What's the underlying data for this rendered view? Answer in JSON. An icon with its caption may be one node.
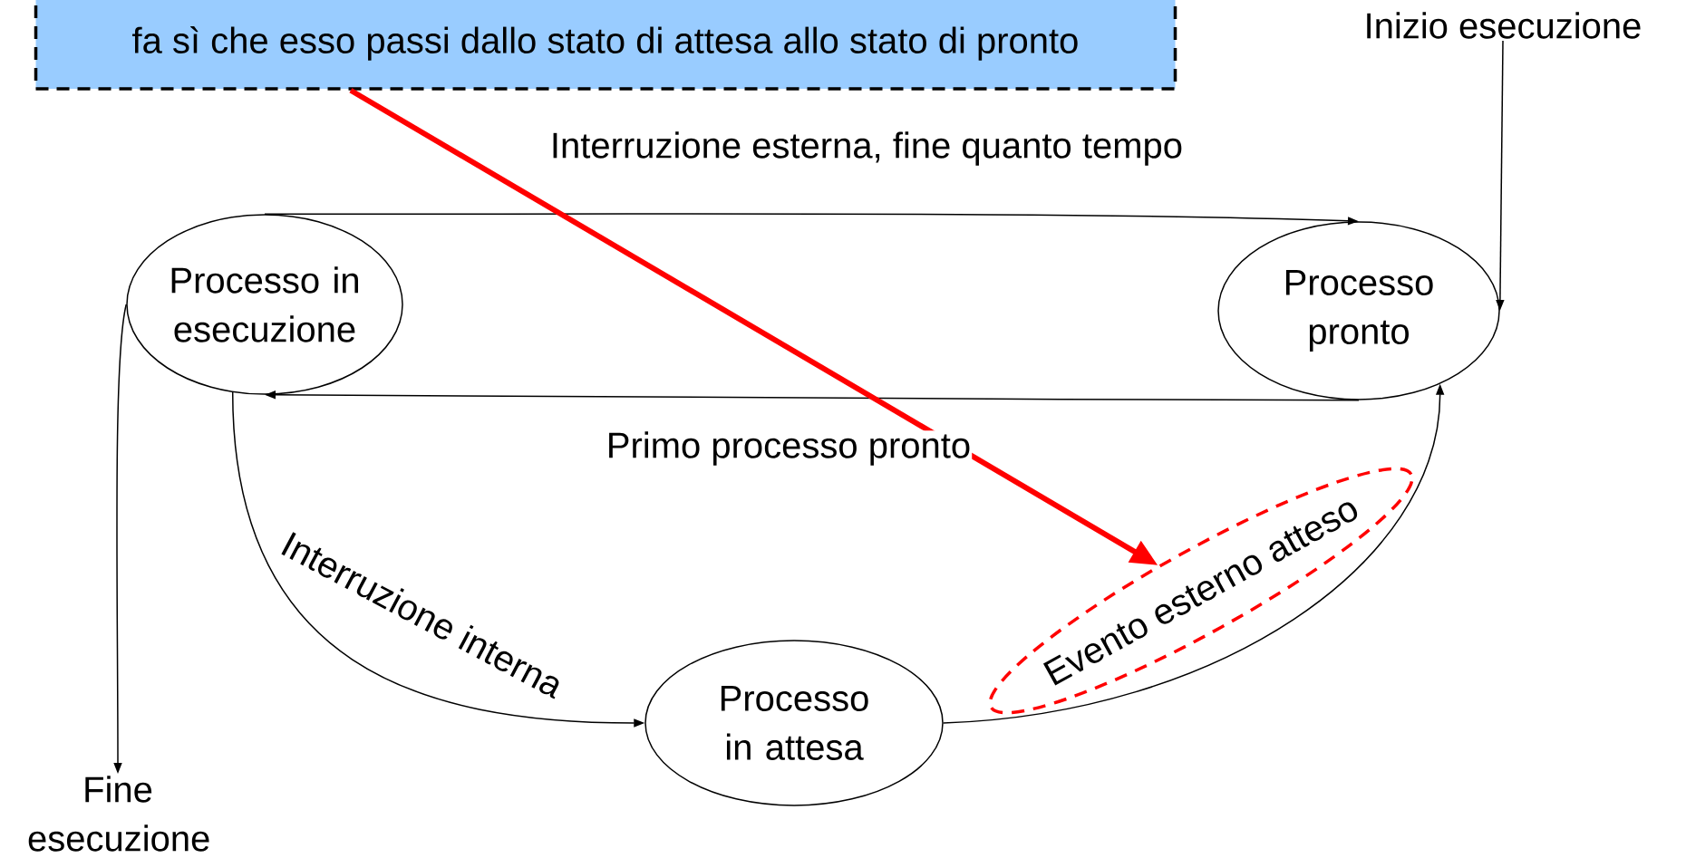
{
  "diagram": {
    "nodes": [
      {
        "text": [
          "fa sì che esso passi dallo stato di attesa allo stato di pronto"
        ]
      },
      {
        "text": [
          "Inizio esecuzione"
        ]
      },
      {
        "text": [
          "Processo in esecuzione"
        ]
      },
      {
        "text": [
          "Processo pronto"
        ]
      },
      {
        "text": [
          "Processo in attesa"
        ]
      },
      {
        "text": [
          "Fine esecuzione"
        ]
      },
      {
        "text": [
          "Evento esterno atteso"
        ]
      }
    ],
    "edges": [
      {
        "from": 1,
        "to": 3,
        "arrow": "to"
      },
      {
        "from": 2,
        "to": 3,
        "arrow": "to",
        "label": "Interruzione esterna, fine quanto tempo"
      },
      {
        "from": 3,
        "to": 2,
        "arrow": "to",
        "label": "Primo processo pronto"
      },
      {
        "from": 2,
        "to": 4,
        "arrow": "to",
        "label": "Interruzione interna"
      },
      {
        "from": 4,
        "to": 3,
        "arrow": "to"
      },
      {
        "from": 2,
        "to": 5,
        "arrow": "to"
      },
      {
        "from": 0,
        "to": 6,
        "arrow": "to",
        "style": "thick",
        "color": "#ff0000"
      }
    ]
  }
}
